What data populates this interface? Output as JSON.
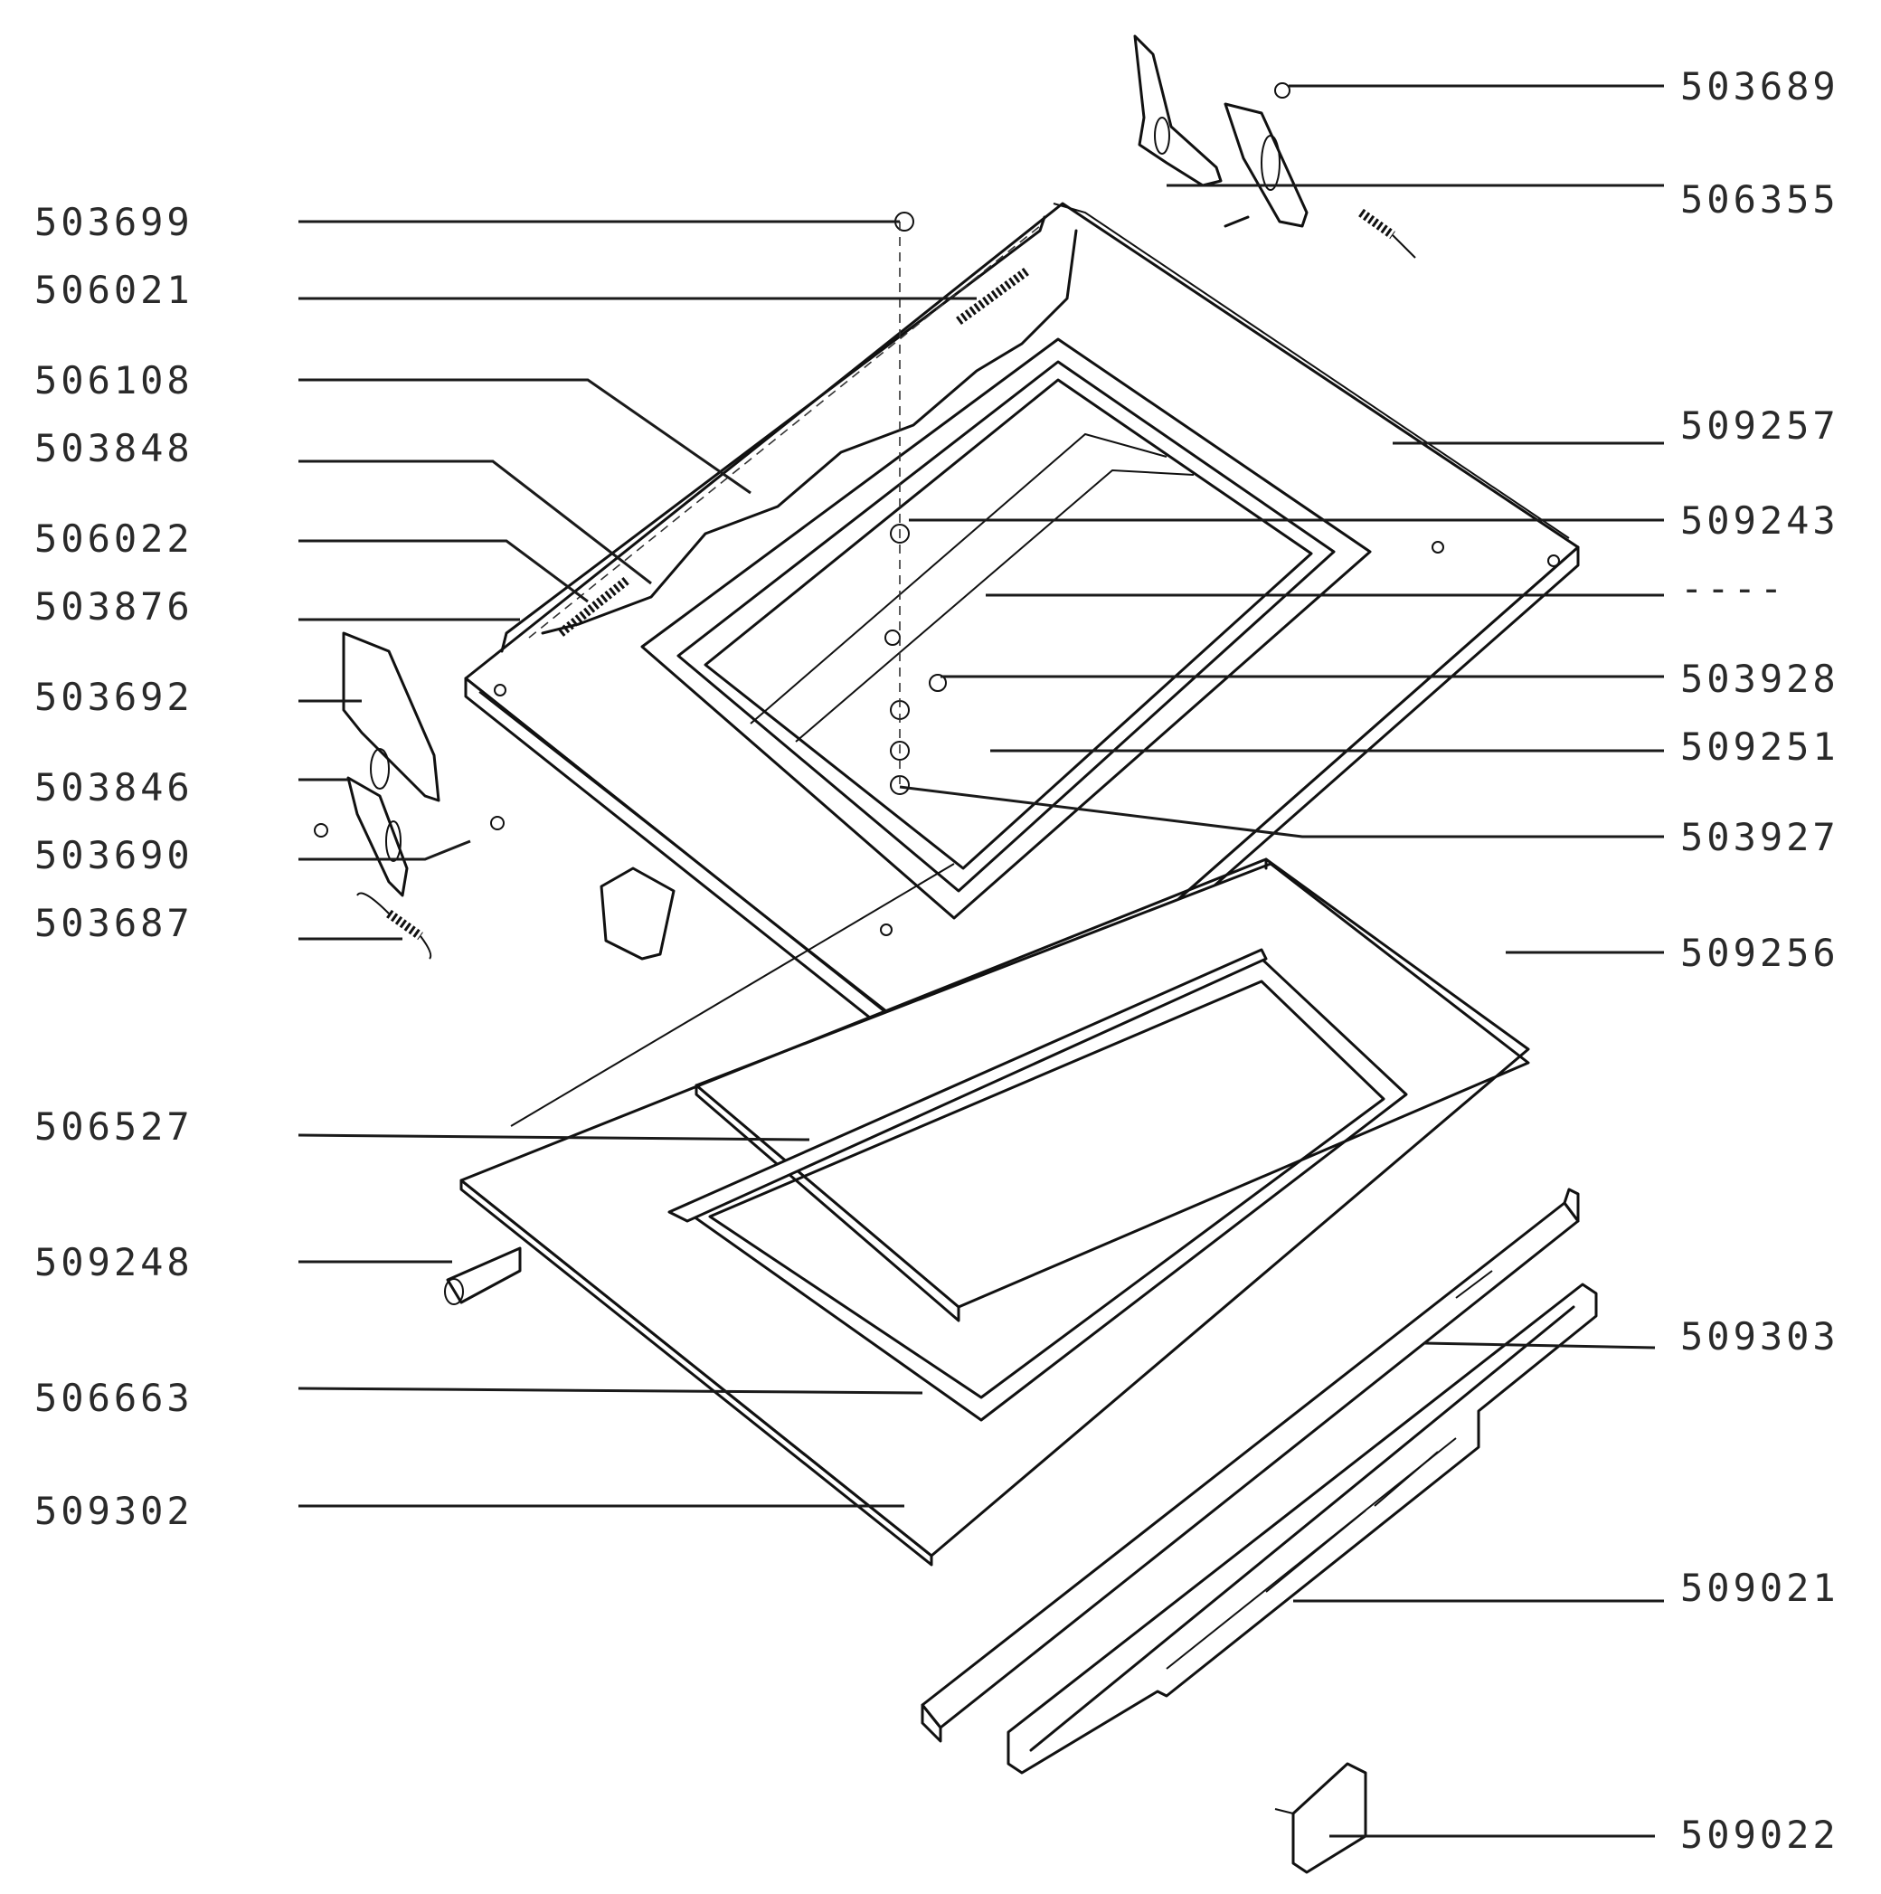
{
  "labels_left": [
    "503699",
    "506021",
    "506108",
    "503848",
    "506022",
    "503876",
    "503692",
    "503846",
    "503690",
    "503687",
    "506527",
    "509248",
    "506663",
    "509302"
  ],
  "labels_right": [
    "503689",
    "506355",
    "509257",
    "509243",
    "----",
    "503928",
    "509251",
    "503927",
    "509256",
    "509303",
    "509021",
    "509022"
  ],
  "colors": {
    "ink": "#111111",
    "label": "#2a2a2a",
    "background": "#ffffff"
  }
}
